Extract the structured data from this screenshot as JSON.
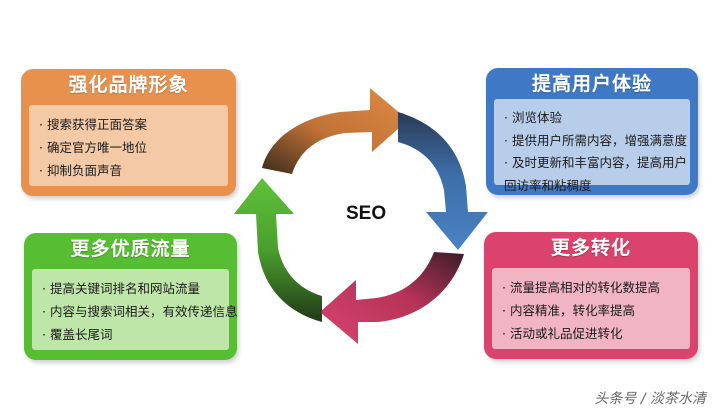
{
  "center": {
    "label": "SEO"
  },
  "cards": {
    "top_left": {
      "title": "强化品牌形象",
      "lines": [
        "· 搜索获得正面答案",
        "· 确定官方唯一地位",
        "· 抑制负面声音"
      ],
      "color": "#e8914d"
    },
    "top_right": {
      "title": "提高用户体验",
      "lines": [
        "· 浏览体验",
        "· 提供用户所需内容，增强满意度",
        "· 及时更新和丰富内容，提高用户",
        "回访率和粘稠度"
      ],
      "color": "#3f79c6"
    },
    "bottom_left": {
      "title": "更多优质流量",
      "lines": [
        "· 提高关键词排名和网站流量",
        "· 内容与搜索词相关，有效传递信息",
        "· 覆盖长尾词"
      ],
      "color": "#57bd33"
    },
    "bottom_right": {
      "title": "更多转化",
      "lines": [
        "· 流量提高相对的转化数提高",
        "· 内容精准，转化率提高",
        "· 活动或礼品促进转化"
      ],
      "color": "#d9436d"
    }
  },
  "arrows": {
    "orange": "#d9813a",
    "blue": "#3c6fb4",
    "pink": "#c9365e",
    "green": "#4fae2f"
  },
  "watermark": "头条号 / 淡茶水清"
}
